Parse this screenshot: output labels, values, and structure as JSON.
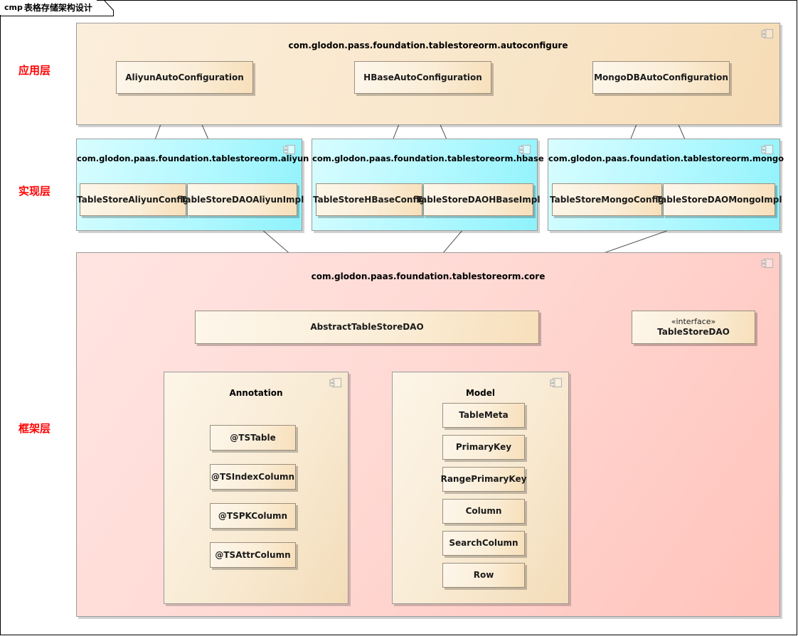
{
  "diagram": {
    "tab_kind": "cmp",
    "tab_title": "表格存储架构设计"
  },
  "layers": [
    {
      "name": "application",
      "label": "应用层"
    },
    {
      "name": "implementation",
      "label": "实现层"
    },
    {
      "name": "framework",
      "label": "框架层"
    }
  ],
  "packages": {
    "autoconfigure": {
      "label": "com.glodon.pass.foundation.tablestoreorm.autoconfigure",
      "color": "#f9e5c8",
      "components": [
        {
          "label": "AliyunAutoConfiguration"
        },
        {
          "label": "HBaseAutoConfiguration"
        },
        {
          "label": "MongoDBAutoConfiguration"
        }
      ]
    },
    "aliyun": {
      "label": "com.glodon.paas.foundation.tablestoreorm.aliyun",
      "color": "#aaf7ff",
      "components": [
        {
          "label": "TableStoreAliyunConfig"
        },
        {
          "label": "TableStoreDAOAliyunImpl"
        }
      ]
    },
    "hbase": {
      "label": "com.glodon.paas.foundation.tablestoreorm.hbase",
      "color": "#aaf7ff",
      "components": [
        {
          "label": "TableStoreHBaseConfig"
        },
        {
          "label": "TableStoreDAOHBaseImpl"
        }
      ]
    },
    "mongo": {
      "label": "com.glodon.paas.foundation.tablestoreorm.mongo",
      "color": "#aaf7ff",
      "components": [
        {
          "label": "TableStoreMongoConfig"
        },
        {
          "label": "TableStoreDAOMongoImpl"
        }
      ]
    },
    "core": {
      "label": "com.glodon.paas.foundation.tablestoreorm.core",
      "color": "#ffc8c0",
      "abstract_class": {
        "label": "AbstractTableStoreDAO"
      },
      "interface": {
        "stereotype": "«interface»",
        "label": "TableStoreDAO"
      },
      "annotation": {
        "label": "Annotation",
        "items": [
          {
            "label": "@TSTable"
          },
          {
            "label": "@TSIndexColumn"
          },
          {
            "label": "@TSPKColumn"
          },
          {
            "label": "@TSAttrColumn"
          }
        ]
      },
      "model": {
        "label": "Model",
        "items": [
          {
            "label": "TableMeta"
          },
          {
            "label": "PrimaryKey"
          },
          {
            "label": "RangePrimaryKey"
          },
          {
            "label": "Column"
          },
          {
            "label": "SearchColumn"
          },
          {
            "label": "Row"
          }
        ]
      }
    }
  },
  "icons": {
    "component": "component-icon"
  },
  "colors": {
    "layer_label": "#ff0000",
    "package_border": "#9b9b9b",
    "box_border": "#9b8f7e",
    "link": "#595959"
  }
}
